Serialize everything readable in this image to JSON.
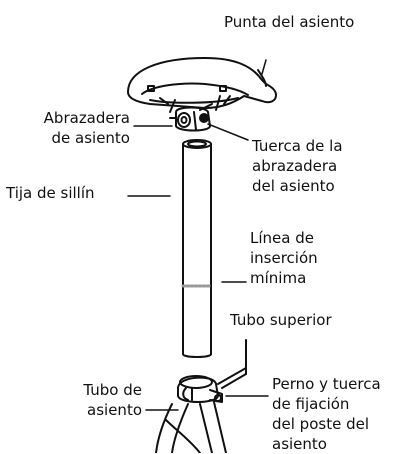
{
  "labels": {
    "seat_tip": "Punta del asiento",
    "seat_clamp": "Abrazadera\nde asiento",
    "seat_clamp_nut": "Tuerca de la\nabrazadera\ndel asiento",
    "seat_post": "Tija de sillín",
    "min_insertion_line": "Línea de\ninserción\nmínima",
    "top_tube": "Tubo superior",
    "seat_tube": "Tubo de\nasiento",
    "seat_post_bolt_nut": "Perno y tuerca\nde fijación\ndel poste del\nasiento"
  }
}
